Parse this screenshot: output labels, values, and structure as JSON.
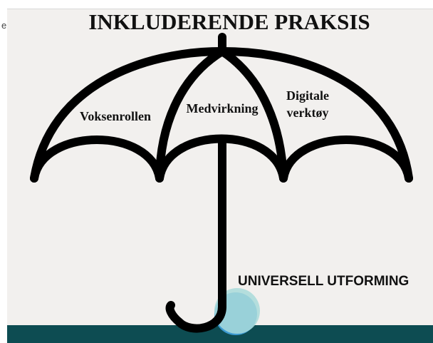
{
  "edge_letter": "e",
  "title": "INKLUDERENDE PRAKSIS",
  "sections": {
    "left": "Voksenrollen",
    "middle": "Medvirkning",
    "right_line1": "Digitale",
    "right_line2": "verktøy"
  },
  "base_label": "UNIVERSELL UTFORMING",
  "colors": {
    "background": "#f2f0ee",
    "outline": "#000000",
    "footer_bar": "#0d4c52",
    "circle_light": "#a9dbd9",
    "circle_blue": "#3d9bd3"
  }
}
